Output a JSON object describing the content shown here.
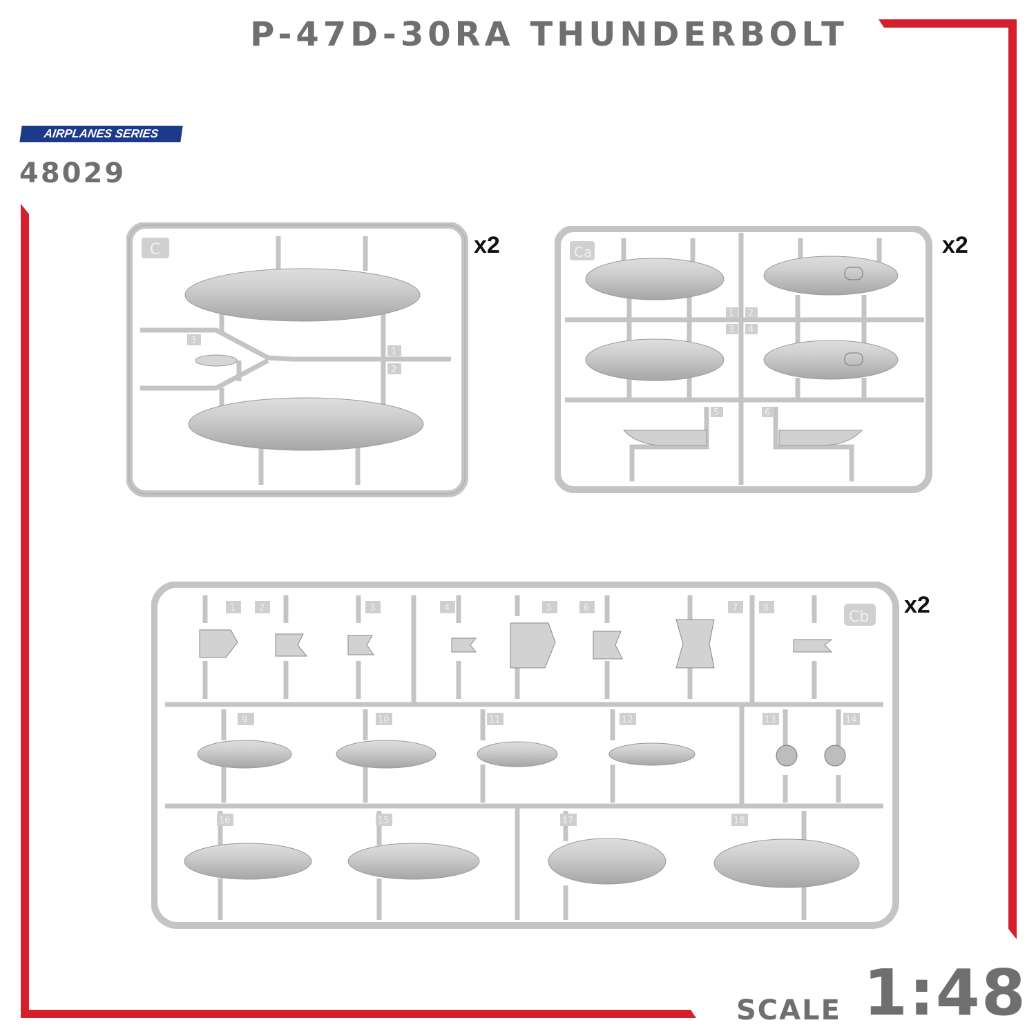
{
  "title": "P-47D-30RA THUNDERBOLT",
  "series": "AIRPLANES SERIES",
  "kit_number": "48029",
  "scale_label": "SCALE",
  "scale_value": "1:48",
  "colors": {
    "accent_red": "#d3202c",
    "brand_blue": "#1d3a8a",
    "sprue_grey": "#c8c8c8",
    "text_grey": "#6f6f6f"
  },
  "sprues": [
    {
      "letter": "C",
      "quantity": "x2",
      "part_numbers": [
        "1",
        "2",
        "3"
      ]
    },
    {
      "letter": "Ca",
      "quantity": "x2",
      "part_numbers": [
        "1",
        "2",
        "3",
        "4",
        "5",
        "6"
      ]
    },
    {
      "letter": "Cb",
      "quantity": "x2",
      "part_numbers": [
        "1",
        "2",
        "3",
        "4",
        "5",
        "6",
        "7",
        "8",
        "9",
        "10",
        "11",
        "12",
        "13",
        "14",
        "15",
        "16",
        "17",
        "18"
      ]
    }
  ]
}
